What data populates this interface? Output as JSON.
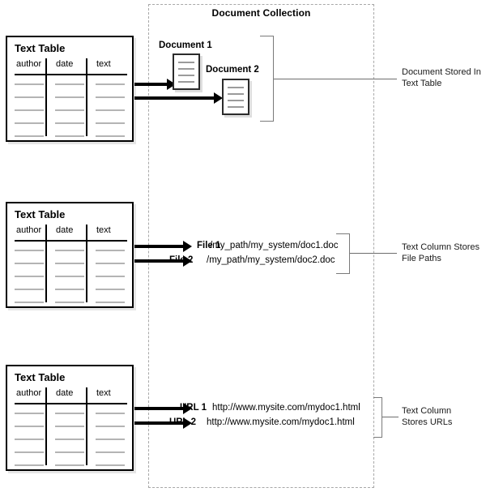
{
  "collection": {
    "title": "Document Collection"
  },
  "table": {
    "title": "Text Table",
    "columns": [
      "author",
      "date",
      "text"
    ],
    "row_count": 5
  },
  "sections": [
    {
      "id": "documents",
      "table_title": "Text Table",
      "caption": "Document Stored In\nText Table",
      "documents": [
        {
          "label": "Document 1"
        },
        {
          "label": "Document 2"
        }
      ]
    },
    {
      "id": "file-paths",
      "table_title": "Text Table",
      "caption": "Text Column Stores\nFile Paths",
      "entries": [
        {
          "key": "File 1",
          "value": "/my_path/my_system/doc1.doc"
        },
        {
          "key": "File 2",
          "value": "/my_path/my_system/doc2.doc"
        }
      ]
    },
    {
      "id": "urls",
      "table_title": "Text Table",
      "caption": "Text Column\nStores URLs",
      "entries": [
        {
          "key": "URL 1",
          "value": "http://www.mysite.com/mydoc1.html"
        },
        {
          "key": "URL 2",
          "value": "http://www.mysite.com/mydoc1.html"
        }
      ]
    }
  ],
  "colors": {
    "line": "#000000",
    "cell_line": "#b4b4b4",
    "dashed_region": "#a8a8a8",
    "bracket": "#7a7a7a",
    "background": "#ffffff"
  }
}
